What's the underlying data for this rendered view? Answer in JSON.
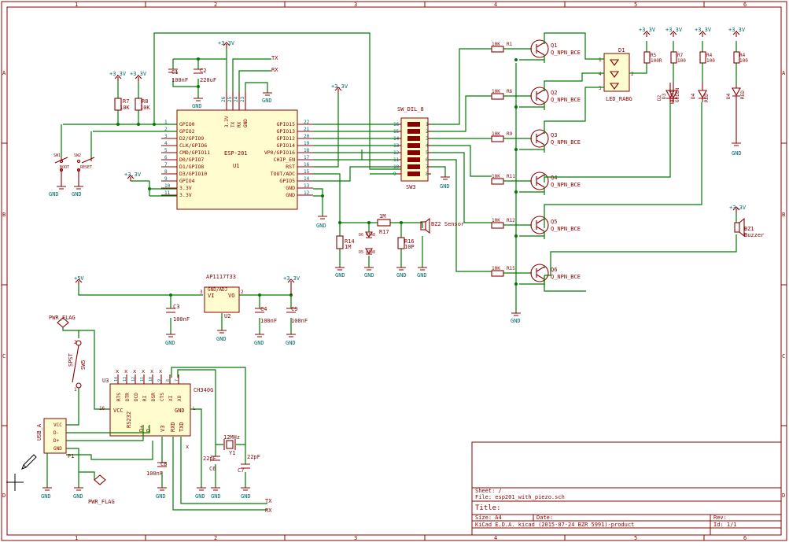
{
  "frame": {
    "cols": [
      "1",
      "2",
      "3",
      "4",
      "5",
      "6"
    ],
    "rows": [
      "A",
      "B",
      "C",
      "D"
    ]
  },
  "title_block": {
    "sheet": "Sheet: /",
    "file": "File: esp201_with_piezo.sch",
    "title": "Title:",
    "size": "Size: A4",
    "date": "Date:",
    "rev": "Rev:",
    "tool": "KiCad E.D.A.  kicad (2015-07-24 BZR 5991)-product",
    "id": "Id: 1/1"
  },
  "esp": {
    "ref": "U1",
    "value": "ESP-201",
    "left_pins": [
      {
        "num": "1",
        "name": "GPIO0"
      },
      {
        "num": "2",
        "name": "GPIO2"
      },
      {
        "num": "3",
        "name": "D2/GPIO9"
      },
      {
        "num": "4",
        "name": "CLK/GPIO6"
      },
      {
        "num": "5",
        "name": "CMD/GPIO11"
      },
      {
        "num": "6",
        "name": "D0/GPIO7"
      },
      {
        "num": "7",
        "name": "D1/GPIO8"
      },
      {
        "num": "8",
        "name": "D3/GPIO10"
      },
      {
        "num": "9",
        "name": "GPIO4"
      },
      {
        "num": "10",
        "name": "3.3V"
      },
      {
        "num": "11",
        "name": "3.3V"
      }
    ],
    "right_pins": [
      {
        "num": "22",
        "name": "GPIO15"
      },
      {
        "num": "21",
        "name": "GPIO13"
      },
      {
        "num": "20",
        "name": "GPIO12"
      },
      {
        "num": "19",
        "name": "GPIO14"
      },
      {
        "num": "18",
        "name": "VP0/GPIO16"
      },
      {
        "num": "17",
        "name": "CHIP_EN"
      },
      {
        "num": "16",
        "name": "RST"
      },
      {
        "num": "15",
        "name": "TOUT/ADC"
      },
      {
        "num": "14",
        "name": "GPIO5"
      },
      {
        "num": "13",
        "name": "GND"
      },
      {
        "num": "12",
        "name": "GND"
      }
    ],
    "top_pins": [
      {
        "num": "26",
        "name": "3.3V"
      },
      {
        "num": "25",
        "name": "TX"
      },
      {
        "num": "24",
        "name": "RX"
      },
      {
        "num": "23",
        "name": "GND"
      }
    ]
  },
  "nets": {
    "tx": "TX",
    "rx": "RX",
    "v33": "+3.3V",
    "v5": "+5V",
    "gnd": "GND",
    "pwr_flag": "PWR_FLAG"
  },
  "caps_top": [
    {
      "ref": "C1",
      "value": "100nF"
    },
    {
      "ref": "C2",
      "value": "220uF"
    }
  ],
  "pullups": [
    {
      "ref": "R7",
      "value": "10K"
    },
    {
      "ref": "R8",
      "value": "10K"
    }
  ],
  "switches": [
    {
      "ref": "SW1",
      "value": "BOOT"
    },
    {
      "ref": "SW2",
      "value": "RESET"
    }
  ],
  "dip": {
    "ref": "SW3",
    "value": "SW_DIL_8",
    "left_nums": [
      "16",
      "15",
      "14",
      "13",
      "12",
      "11",
      "10",
      "9"
    ],
    "right_nums": [
      "1",
      "2",
      "3",
      "4",
      "5",
      "6",
      "7",
      "8"
    ]
  },
  "transistors": [
    {
      "ref": "Q1",
      "value": "Q_NPN_BCE",
      "r_ref": "R1",
      "r_val": "10K"
    },
    {
      "ref": "Q2",
      "value": "Q_NPN_BCE",
      "r_ref": "R6",
      "r_val": "10K"
    },
    {
      "ref": "Q3",
      "value": "Q_NPN_BCE",
      "r_ref": "R9",
      "r_val": "10K"
    },
    {
      "ref": "Q4",
      "value": "Q_NPN_BCE",
      "r_ref": "R11",
      "r_val": "10K"
    },
    {
      "ref": "Q5",
      "value": "Q_NPN_BCE",
      "r_ref": "R12",
      "r_val": "10K"
    },
    {
      "ref": "Q6",
      "value": "Q_NPN_BCE",
      "r_ref": "R15",
      "r_val": "10K"
    }
  ],
  "rgb": {
    "ref": "D1",
    "value": "LED_RABG"
  },
  "right_leds": [
    {
      "r_ref": "R5",
      "r_val": "100R",
      "led_ref": "D2",
      "led_val": "WHITE"
    },
    {
      "r_ref": "R7",
      "r_val": "100",
      "led_ref": "D3",
      "led_val": "GREEN"
    },
    {
      "r_ref": "R4",
      "r_val": "100",
      "led_ref": "D4",
      "led_val": "RED"
    }
  ],
  "sensor": {
    "r_ref": "R17",
    "r_val": "1M",
    "r14": {
      "ref": "R14",
      "value": "1M"
    },
    "r16": {
      "ref": "R16",
      "value": "10P"
    },
    "d6": "D6 4148",
    "d5": "D5 4148",
    "bz2": "BZ2 Sensor"
  },
  "bz1": {
    "ref": "BZ1",
    "value": "Buzzer"
  },
  "regulator": {
    "ref": "U2",
    "value": "AP1117T33",
    "vi": "VI",
    "vo": "VO",
    "gnd": "GND/ADJ",
    "pin_in": "3",
    "pin_out": "2",
    "pin_gnd": "1"
  },
  "reg_caps": [
    {
      "ref": "C3",
      "value": "100nF"
    },
    {
      "ref": "C4",
      "value": "100nF"
    },
    {
      "ref": "C9",
      "value": "100nF"
    }
  ],
  "ch340": {
    "ref": "U3",
    "value": "CH340G",
    "vcc": "VCC",
    "gnd": "GND",
    "rs232": "RS232",
    "v3": "V3",
    "rxd": "RXD",
    "txd": "TXD",
    "dp": "D+",
    "dm": "D-",
    "top_names": [
      "RTS",
      "DTR",
      "DCD",
      "RI",
      "DSR",
      "CTS",
      "XI",
      "XO"
    ],
    "top_nums": [
      "14",
      "13",
      "12",
      "11",
      "10",
      "9",
      "8",
      "7"
    ]
  },
  "usb": {
    "ref": "P1",
    "value": "USB_A",
    "pins": [
      "VCC",
      "D-",
      "D+",
      "GND"
    ],
    "nums": [
      "1",
      "2",
      "3",
      "4"
    ]
  },
  "sw5": {
    "ref": "SW5",
    "value": "SPST"
  },
  "crystal": {
    "ref": "Y1",
    "value": "12MHz"
  },
  "xtal_caps": [
    {
      "ref": "C6",
      "value": "22pF"
    },
    {
      "ref": "C7",
      "value": "22pF"
    },
    {
      "ref": "C8",
      "value": "100nF"
    }
  ]
}
